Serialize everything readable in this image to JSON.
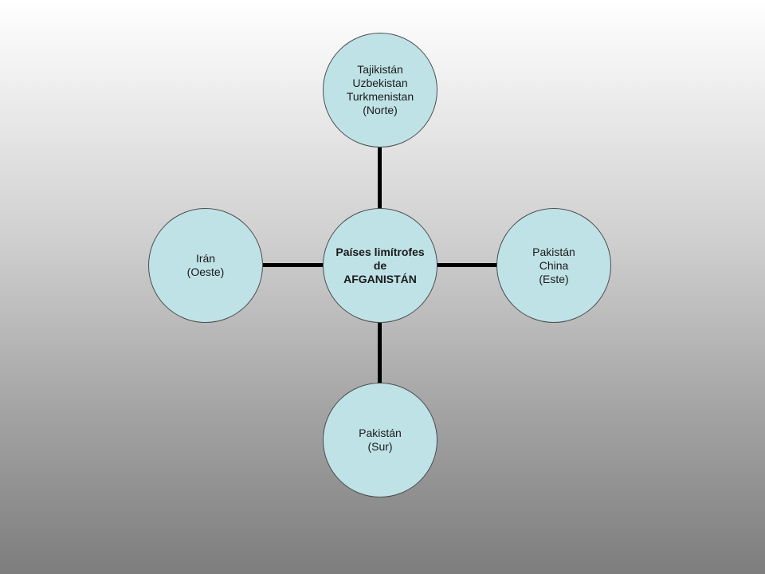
{
  "diagram": {
    "center": {
      "lines": [
        "Países limítrofes",
        "de",
        "AFGANISTÁN"
      ]
    },
    "north": {
      "lines": [
        "Tajikistán",
        "Uzbekistan",
        "Turkmenistan",
        "(Norte)"
      ]
    },
    "east": {
      "lines": [
        "Pakistán",
        "China",
        "(Este)"
      ]
    },
    "south": {
      "lines": [
        "Pakistán",
        "(Sur)"
      ]
    },
    "west": {
      "lines": [
        "Irán",
        "(Oeste)"
      ]
    },
    "colors": {
      "node_fill": "#bfe2e6",
      "node_border": "#4d4d4d",
      "connector": "#000000"
    }
  }
}
